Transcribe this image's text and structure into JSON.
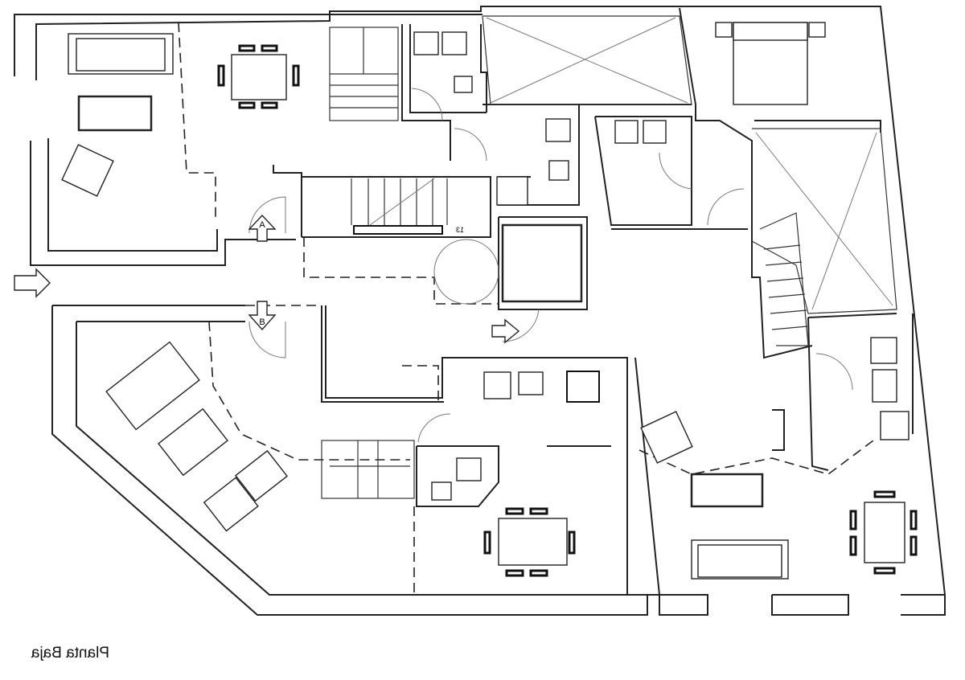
{
  "title": "Planta Baja",
  "markers": {
    "a": "A",
    "b": "B"
  },
  "stair_step_count": "13",
  "title_mirrored": true
}
